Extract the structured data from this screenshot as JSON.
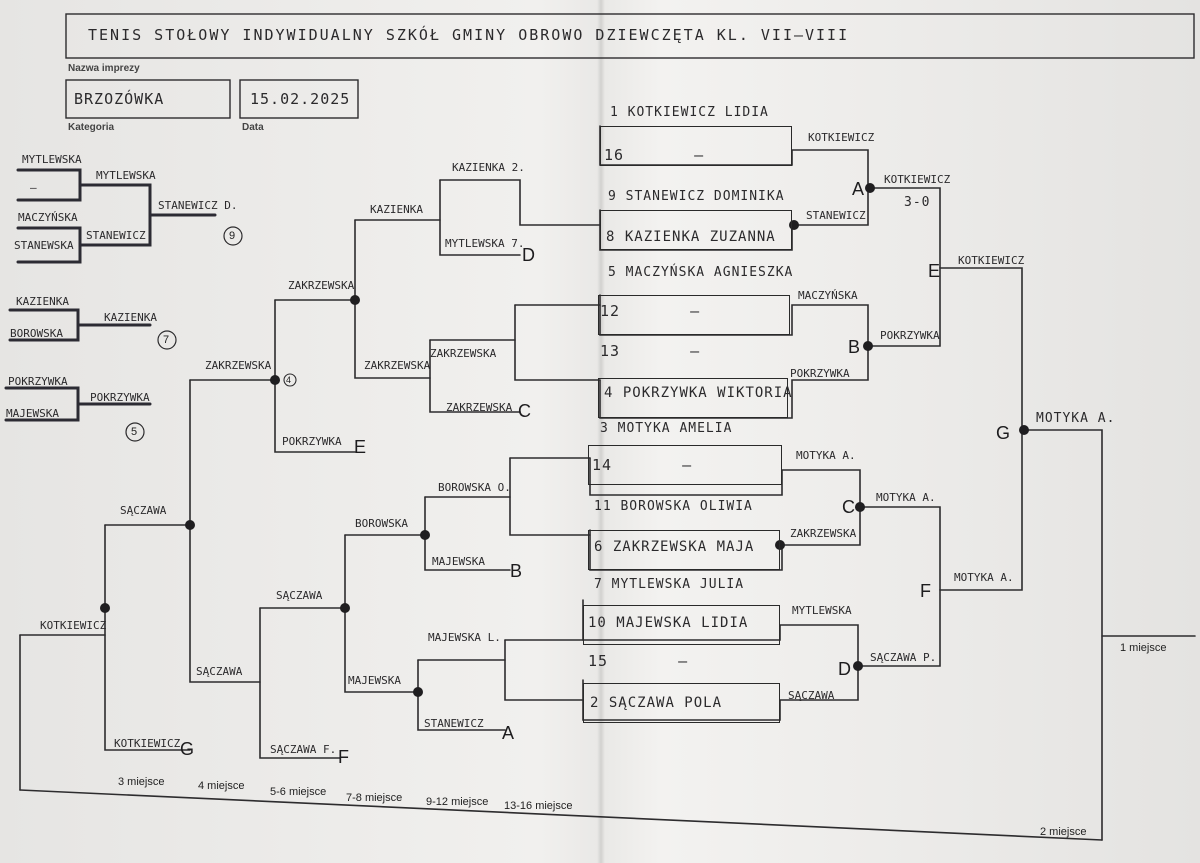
{
  "event_name": "TENIS STOŁOWY INDYWIDUALNY SZKÓŁ GMINY OBROWO DZIEWCZĘTA KL. VII–VIII",
  "event_label": "Nazwa imprezy",
  "category": "BRZOZÓWKA",
  "category_label": "Kategoria",
  "date": "15.02.2025",
  "date_label": "Data",
  "seeds": [
    {
      "num": "1",
      "name": "KOTKIEWICZ LIDIA"
    },
    {
      "num": "16",
      "name": "—"
    },
    {
      "num": "9",
      "name": "STANEWICZ DOMINIKA"
    },
    {
      "num": "8",
      "name": "KAZIENKA ZUZANNA"
    },
    {
      "num": "5",
      "name": "MACZYŃSKA AGNIESZKA"
    },
    {
      "num": "12",
      "name": "—"
    },
    {
      "num": "13",
      "name": "—"
    },
    {
      "num": "4",
      "name": "POKRZYWKA WIKTORIA"
    },
    {
      "num": "3",
      "name": "MOTYKA AMELIA"
    },
    {
      "num": "14",
      "name": "—"
    },
    {
      "num": "11",
      "name": "BOROWSKA OLIWIA"
    },
    {
      "num": "6",
      "name": "ZAKRZEWSKA MAJA"
    },
    {
      "num": "7",
      "name": "MYTLEWSKA JULIA"
    },
    {
      "num": "10",
      "name": "MAJEWSKA LIDIA"
    },
    {
      "num": "15",
      "name": "—"
    },
    {
      "num": "2",
      "name": "SĄCZAWA POLA"
    }
  ],
  "right_bracket": {
    "r1": [
      "KOTKIEWICZ",
      "STANEWICZ",
      "MACZYŃSKA",
      "POKRZYWKA",
      "MOTYKA A.",
      "ZAKRZEWSKA",
      "MYTLEWSKA",
      "SĄCZAWA"
    ],
    "qf": {
      "A": "KOTKIEWICZ",
      "A_score": "3-0",
      "B": "POKRZYWKA",
      "C": "MOTYKA A.",
      "D": "SĄCZAWA P."
    },
    "sf": {
      "E": "KOTKIEWICZ",
      "F": "MOTYKA A."
    },
    "final": {
      "G": "MOTYKA A."
    },
    "letters": [
      "A",
      "B",
      "C",
      "D",
      "E",
      "F",
      "G"
    ]
  },
  "left_bracket": {
    "repechage": [
      "KAZIENKA 2.",
      "MYTLEWSKA 7.",
      "ZAKRZEWSKA",
      "ZAKRZEWSKA",
      "BOROWSKA O.",
      "MAJEWSKA",
      "MAJEWSKA L.",
      "STANEWICZ"
    ],
    "repechage_letters": [
      "D",
      "C",
      "B",
      "A"
    ],
    "r2": [
      "KAZIENKA",
      "ZAKRZEWSKA",
      "BOROWSKA",
      "MAJEWSKA"
    ],
    "r3": [
      "ZAKRZEWSKA",
      "POKRZYWKA",
      "SĄCZAWA",
      "SĄCZAWA F."
    ],
    "r3_letters": [
      "E",
      "F"
    ],
    "r4": [
      "ZAKRZEWSKA",
      "SĄCZAWA",
      "MAJEWSKA",
      "SĄCZAWA"
    ],
    "r5": [
      "SĄCZAWA",
      "KOTKIEWICZ",
      "KOTKIEWICZ"
    ],
    "r5_letter": "G",
    "circled": [
      "4"
    ]
  },
  "placement": {
    "m13_16": {
      "lines": [
        "MYTLEWSKA",
        "—",
        "MACZYŃSKA",
        "STANEWSKA"
      ],
      "winners": [
        "MYTLEWSKA",
        "STANEWICZ"
      ],
      "final": "STANEWICZ D.",
      "circle": "9"
    },
    "m9_12": {
      "lines": [
        "KAZIENKA",
        "BOROWSKA"
      ],
      "final": "KAZIENKA",
      "circle": "7"
    },
    "m7_8": {
      "lines": [
        "POKRZYWKA",
        "MAJEWSKA"
      ],
      "final": "POKRZYWKA",
      "circle": "5"
    }
  },
  "places": {
    "first": "1 miejsce",
    "second": "2 miejsce",
    "bottom": [
      "3 miejsce",
      "4 miejsce",
      "5-6 miejsce",
      "7-8 miejsce",
      "9-12 miejsce",
      "13-16 miejsce"
    ]
  }
}
